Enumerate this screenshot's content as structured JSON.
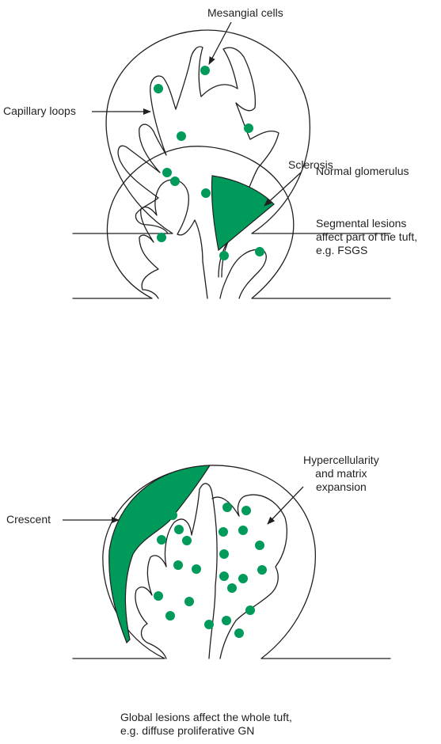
{
  "colors": {
    "accent": "#009a5b",
    "line": "#231f20"
  },
  "panels": [
    {
      "name": "normal",
      "labels": {
        "mesangial": "Mesangial cells",
        "capillary": "Capillary loops",
        "caption": "Normal glomerulus"
      }
    },
    {
      "name": "segmental",
      "labels": {
        "sclerosis": "Sclerosis",
        "caption": "Segmental lesions\naffect part of the tuft,\ne.g. FSGS"
      }
    },
    {
      "name": "global",
      "labels": {
        "hypercell": "Hypercellularity\nand matrix\nexpansion",
        "crescent": "Crescent",
        "caption": "Global lesions affect the whole tuft,\ne.g. diffuse proliferative GN"
      }
    }
  ]
}
